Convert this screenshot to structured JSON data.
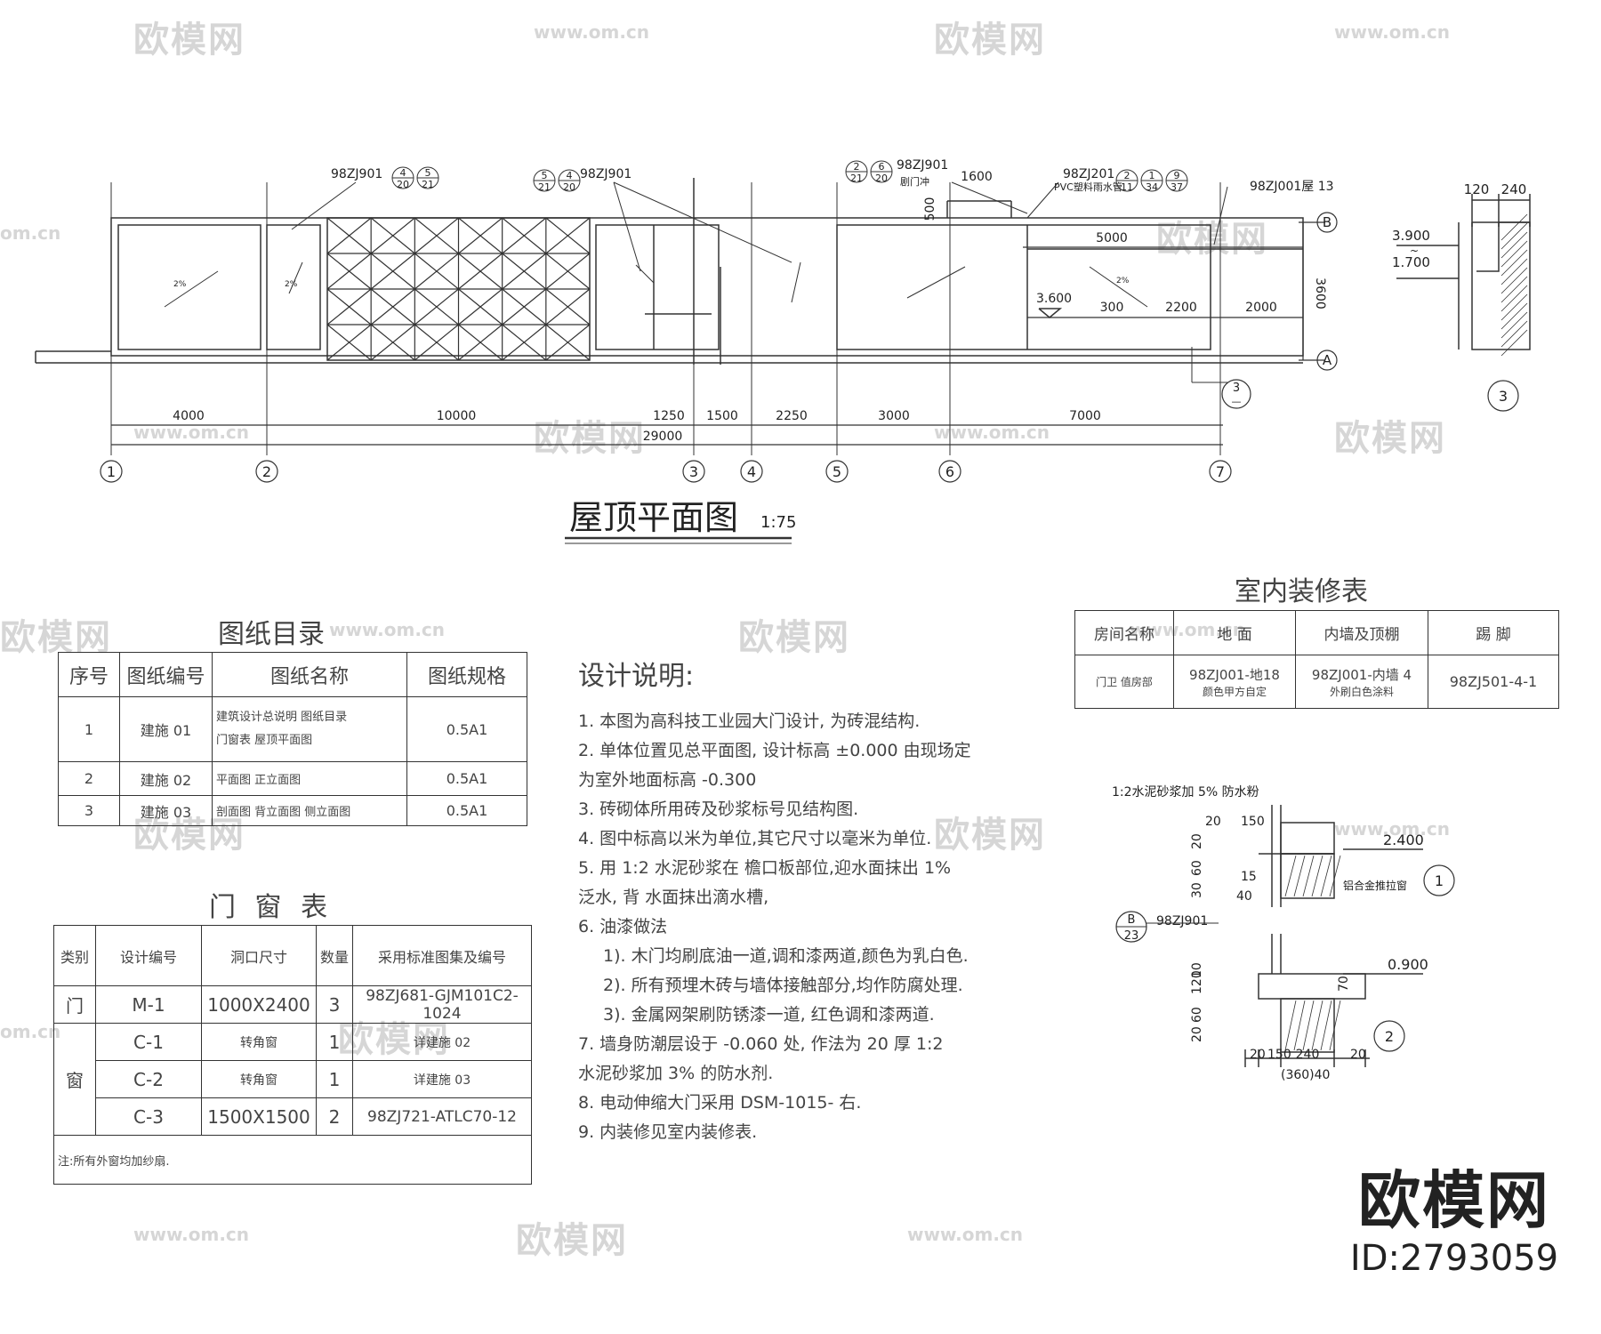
{
  "plan": {
    "title": "屋顶平面图",
    "scale": "1:75",
    "axes_bottom": [
      "1",
      "2",
      "3",
      "4",
      "5",
      "6",
      "7"
    ],
    "axes_side": [
      "B",
      "A"
    ],
    "dims_bottom": [
      "4000",
      "10000",
      "1250",
      "1500",
      "2250",
      "3000",
      "7000"
    ],
    "total_dim": "29000",
    "dim_right": "3600",
    "dims_inner": [
      "300",
      "2200",
      "2000"
    ],
    "dim_top_right": "5000",
    "dim_1600": "1600",
    "dim_500": "500",
    "elev_roof": "3.600",
    "slope": "2%",
    "callouts": [
      {
        "text": "98ZJ901",
        "marks": [
          [
            "4",
            "20"
          ],
          [
            "5",
            "21"
          ]
        ]
      },
      {
        "text": "98ZJ901",
        "marks": [
          [
            "5",
            "21"
          ],
          [
            "4",
            "20"
          ]
        ]
      },
      {
        "text": "98ZJ901",
        "marks": [
          [
            "2",
            "21"
          ],
          [
            "6",
            "20"
          ]
        ],
        "sub": "剧门冲"
      },
      {
        "text": "98ZJ201",
        "marks": [
          [
            "2",
            "11"
          ],
          [
            "1",
            "34"
          ],
          [
            "9",
            "37"
          ]
        ],
        "sub": "PVC塑料雨水管"
      },
      {
        "text": "98ZJ001屋 13",
        "marks": []
      }
    ],
    "section_ref": [
      "3",
      "—"
    ]
  },
  "detail3": {
    "dims": [
      "120",
      "240"
    ],
    "elev_top": "3.900",
    "elev_tilde": "~",
    "elev_bottom": "1.700",
    "label": "3"
  },
  "detail12": {
    "note": "1:2水泥砂浆加 5% 防水粉",
    "dims_top": [
      "20",
      "150"
    ],
    "dims_left_top": [
      "20",
      "60",
      "30"
    ],
    "dim_15": "15",
    "dim_40": "40",
    "elev_1": "2.400",
    "window": "铝合金推拉窗",
    "ref_circle": [
      "B",
      "23"
    ],
    "ref_text": "98ZJ901",
    "label_1": "1",
    "elev_2": "0.900",
    "dims_left_bot": [
      "10",
      "120",
      "60",
      "20"
    ],
    "dims_bottom": [
      "20",
      "150",
      "240",
      "20"
    ],
    "dim_total": "(360)40",
    "label_2": "2",
    "dim_70": "70"
  },
  "drawing_list": {
    "title": "图纸目录",
    "headers": [
      "序号",
      "图纸编号",
      "图纸名称",
      "图纸规格"
    ],
    "rows": [
      {
        "no": "1",
        "code": "建施  01",
        "name1": "建筑设计总说明          图纸目录",
        "name2": "门窗表    屋顶平面图",
        "spec": "0.5A1"
      },
      {
        "no": "2",
        "code": "建施  02",
        "name1": "平面图      正立面图",
        "name2": "",
        "spec": "0.5A1"
      },
      {
        "no": "3",
        "code": "建施  03",
        "name1": "剖面图    背立面图    侧立面图",
        "name2": "",
        "spec": "0.5A1"
      }
    ]
  },
  "door_window": {
    "title": "门  窗  表",
    "headers": [
      "类别",
      "设计编号",
      "洞口尺寸",
      "数量",
      "采用标准图集及编号"
    ],
    "category_door": "门",
    "category_window": "窗",
    "rows": [
      {
        "code": "M-1",
        "size": "1000X2400",
        "qty": "3",
        "std": "98ZJ681-GJM101C2-1024"
      },
      {
        "code": "C-1",
        "size": "转角窗",
        "qty": "1",
        "std": "详建施  02"
      },
      {
        "code": "C-2",
        "size": "转角窗",
        "qty": "1",
        "std": "详建施  03"
      },
      {
        "code": "C-3",
        "size": "1500X1500",
        "qty": "2",
        "std": "98ZJ721-ATLC70-12"
      }
    ],
    "note": "注:所有外窗均加纱扇."
  },
  "design_notes": {
    "title": "设计说明:",
    "lines": [
      "1.  本图为高科技工业园大门设计,          为砖混结构.",
      "2.  单体位置见总平面图,      设计标高   ±0.000   由现场定",
      "     为室外地面标高      -0.300",
      "3.  砖砌体所用砖及砂浆标号见结构图.",
      "4.  图中标高以米为单位,其它尺寸以毫米为单位.",
      "5.  用 1:2 水泥砂浆在   檐口板部位,迎水面抹出          1%",
      "     泛水,  背  水面抹出滴水槽,",
      "6.  油漆做法",
      "1).  木门均刷底油一道,调和漆两道,颜色为乳白色.",
      "2).  所有预埋木砖与墙体接触部分,均作防腐处理.",
      "3).  金属网架刷防锈漆一道, 红色调和漆两道.",
      "7.  墙身防潮层设于      -0.060  处,  作法为  20  厚 1:2",
      "     水泥砂浆加     3%  的防水剂.",
      "8.  电动伸缩大门采用       DSM-1015-       右.",
      "9.  内装修见室内装修表."
    ]
  },
  "interior": {
    "title": "室内装修表",
    "headers": [
      "房间名称",
      "地    面",
      "内墙及顶棚",
      "踢    脚"
    ],
    "row": {
      "room": "门卫  值房部",
      "floor1": "98ZJ001-地18",
      "floor2": "颜色甲方自定",
      "wall1": "98ZJ001-内墙 4",
      "wall2": "外刷白色涂料",
      "base": "98ZJ501-4-1"
    }
  },
  "brand": {
    "logo": "欧模网",
    "id": "ID:2793059"
  },
  "watermarks": {
    "logo": "欧模网",
    "url": "www.om.cn",
    "url_short": "om.cn",
    "logo_short": "欧模网"
  }
}
